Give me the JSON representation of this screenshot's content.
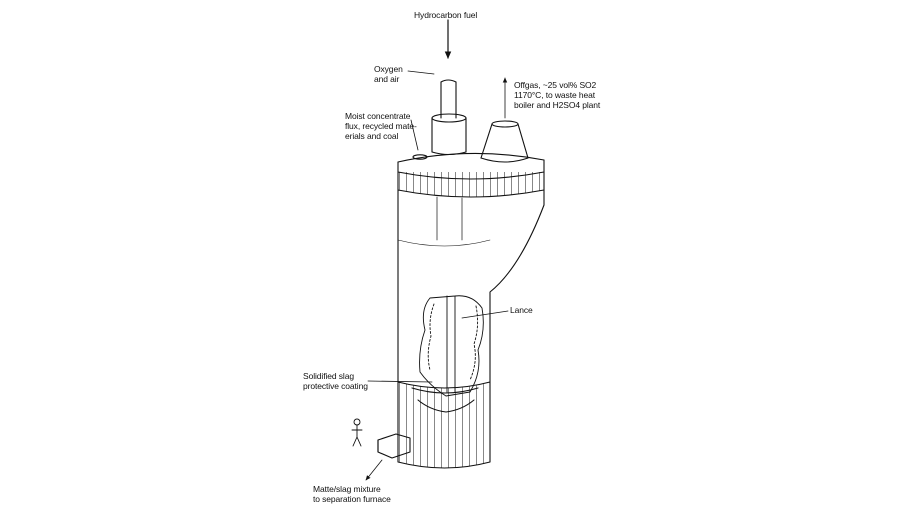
{
  "figure": {
    "labels": {
      "hydrocarbon_fuel": "Hydrocarbon fuel",
      "oxygen_air": [
        "Oxygen",
        "and air"
      ],
      "moist_concentrate": [
        "Moist concentrate",
        "flux, recycled mate-",
        "erials and coal"
      ],
      "offgas": [
        "Offgas, ~25 vol% SO2",
        "1170°C, to waste heat",
        "boiler and H2SO4 plant"
      ],
      "lance": "Lance",
      "solidified_slag": [
        "Solidified slag",
        "protective coating"
      ],
      "matte_slag": [
        "Matte/slag mixture",
        "to separation furnace"
      ]
    }
  },
  "colors": {
    "ink": "#111111",
    "background": "#ffffff"
  }
}
